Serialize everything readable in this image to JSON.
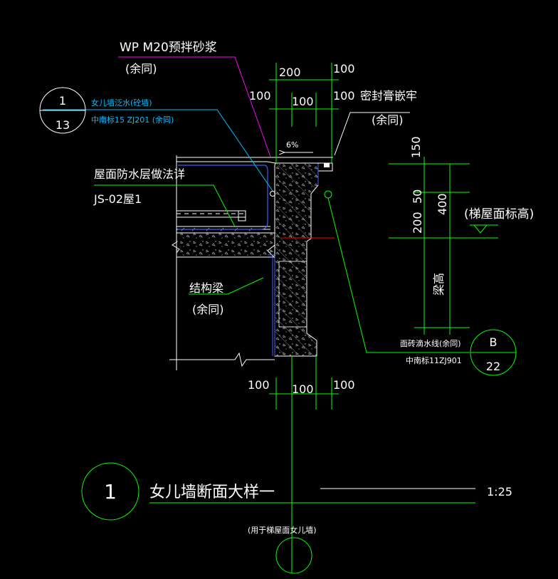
{
  "colors": {
    "background": "#000000",
    "white": "#ffffff",
    "green": "#00ff00",
    "cyan": "#00bfff",
    "blue": "#3f5fff",
    "magenta": "#ff00ff",
    "red": "#ff0000",
    "hatch": "#bdbdbd"
  },
  "notes": {
    "mortar_line1": "WP M20预拌砂浆",
    "mortar_line2": "(余同)",
    "parapet_line1": "女儿墙泛水(砼墙)",
    "parapet_line2": "中南标15 ZJ201 (余同)",
    "roof_line1": "屋面防水层做法详",
    "roof_line2": "JS-02屋1",
    "beam_line1": "结构梁",
    "beam_line2": "(余同)",
    "sealant_line1": "密封膏嵌牢",
    "sealant_line2": "(余同)",
    "drip_line1": "面砖滴水线(余同)",
    "drip_line2": "中南标11ZJ901",
    "roof_elev": "(梯屋面标高)",
    "beam_height": "梁高",
    "slope": "6%"
  },
  "dims": {
    "top_200": "200",
    "top_100_right": "100",
    "mid_100_left": "100",
    "mid_100_center": "100",
    "mid_100_right": "100",
    "bot_100_left": "100",
    "bot_100_center": "100",
    "bot_100_right": "100",
    "v_150": "150",
    "v_400": "400",
    "v_200": "200",
    "v_50": "50"
  },
  "symbols": {
    "ref_a_top": "1",
    "ref_a_bottom": "13",
    "ref_b_top": "B",
    "ref_b_bottom": "22",
    "detail_number": "1"
  },
  "title": {
    "main": "女儿墙断面大样一",
    "scale": "1:25",
    "note": "(用于梯屋面女儿墙)"
  }
}
